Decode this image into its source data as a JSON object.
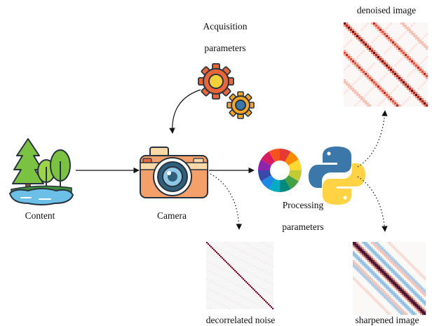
{
  "labels": {
    "content": "Content",
    "camera": "Camera",
    "acquisition_line1": "Acquisition",
    "acquisition_line2": "parameters",
    "processing_line1": "Processing",
    "processing_line2": "parameters",
    "denoised": "denoised image",
    "decorrelated": "decorrelated noise",
    "sharpened": "sharpened image"
  },
  "icons": {
    "content": "trees-lake-icon",
    "camera": "camera-icon",
    "gears": "gears-icon",
    "color_wheel": "color-wheel-icon",
    "python": "python-logo-icon"
  },
  "colors": {
    "gear_large": "#e8673a",
    "gear_small": "#f6a623",
    "gear_stroke": "#2a3340",
    "camera_body": "#f4a06b",
    "camera_top": "#fbd9a6",
    "lens_ring": "#2f5f7a",
    "lens_inner": "#8ec7e6",
    "tree_green": "#7cc242",
    "tree_dark": "#3f8f3a",
    "water": "#6cc0e8",
    "python_blue": "#3b77a8",
    "python_yellow": "#ffd343",
    "denoised_diag": "#5a0f1f",
    "denoised_side": "#e5503f",
    "denoised_faint": "#f6c3b6",
    "sharpened_diag": "#2c0a22",
    "sharpened_side": "#86b8dc",
    "sharpened_faint": "#f4c4b8",
    "noise_diag": "#7a0e2a",
    "arrow": "#111111"
  }
}
